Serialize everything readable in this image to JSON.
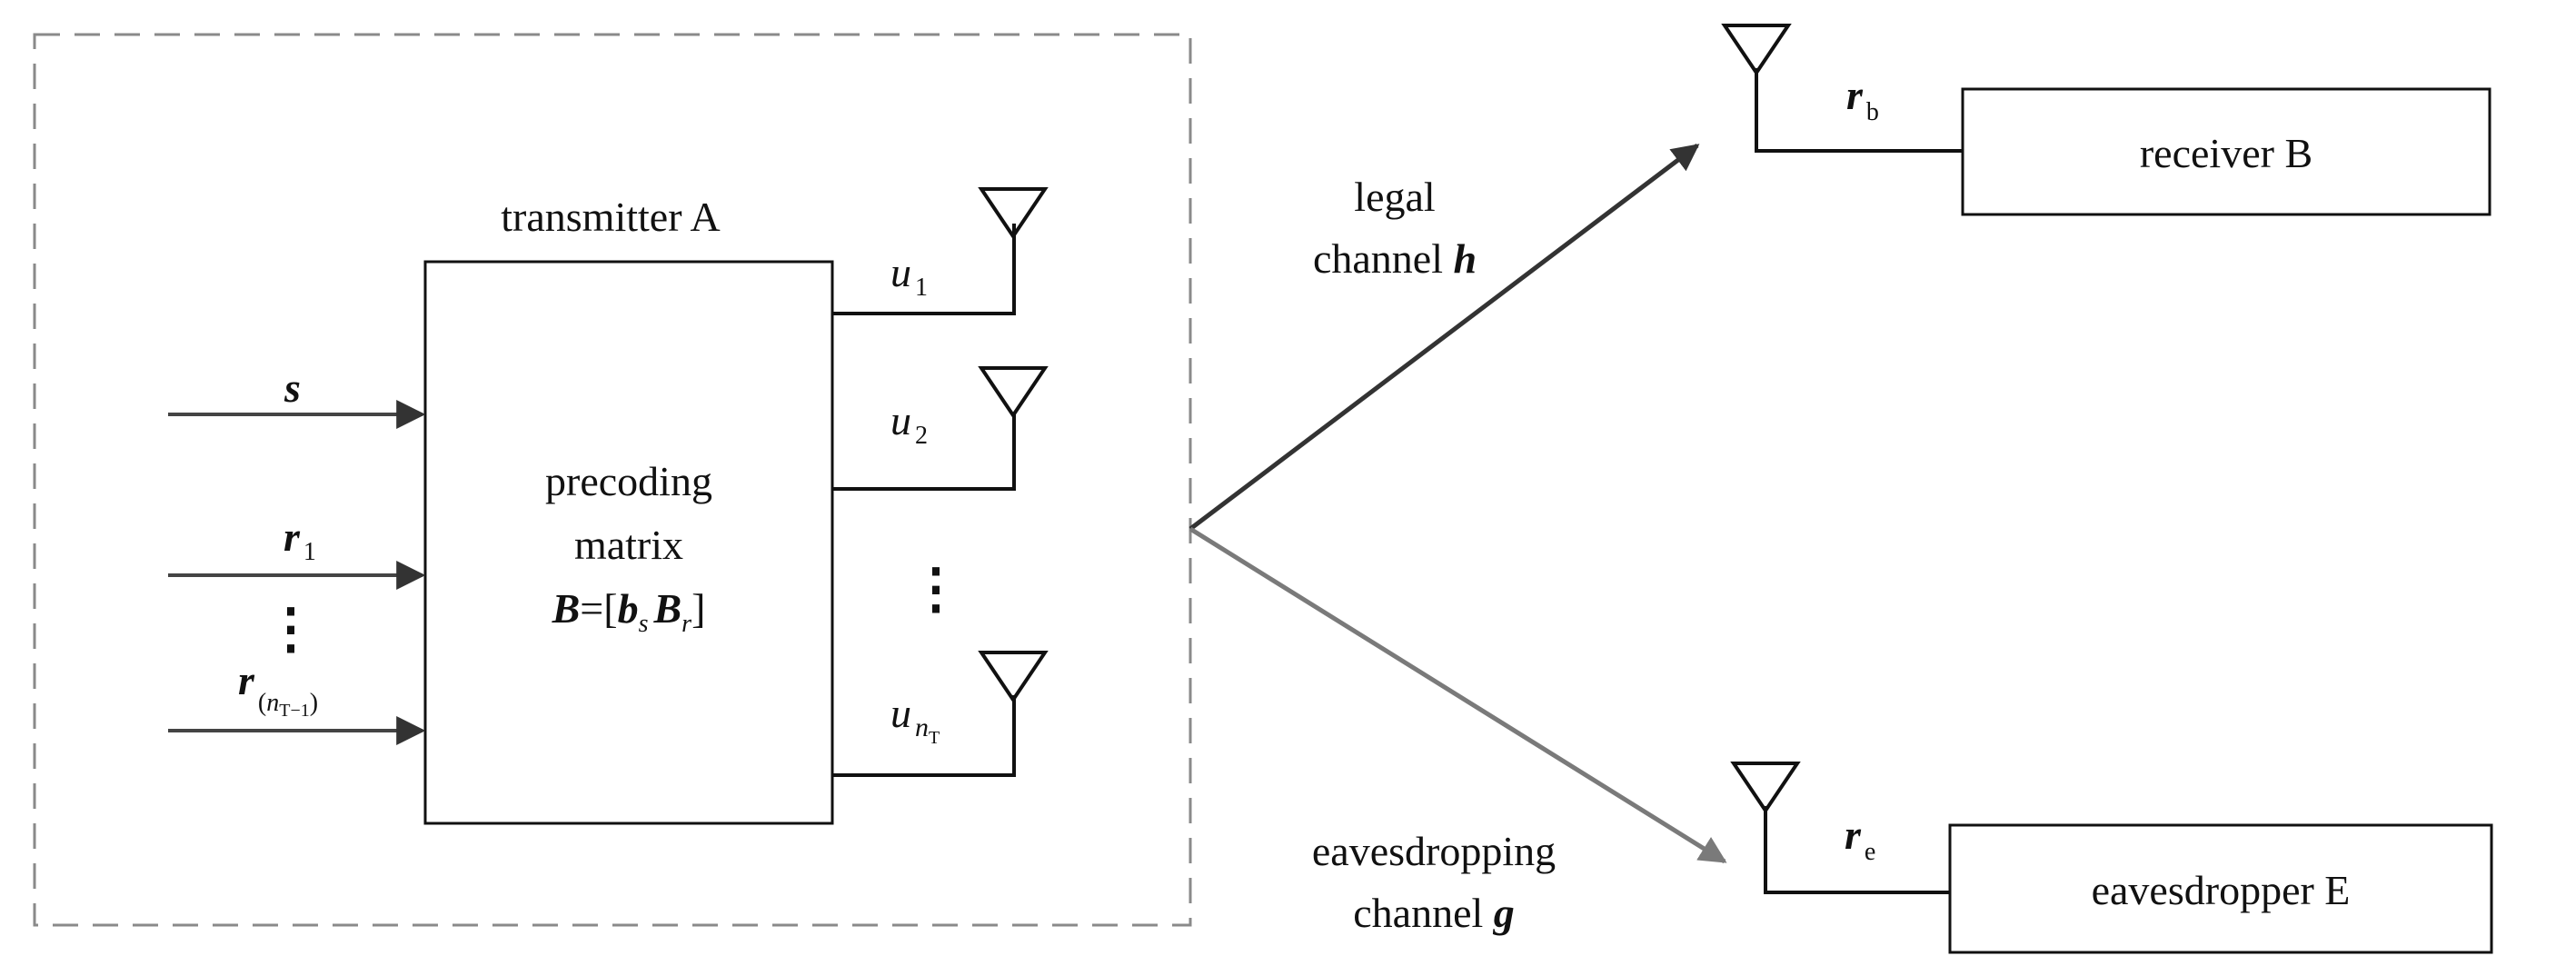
{
  "transmitter": {
    "title": "transmitter A",
    "precoder_line1": "precoding",
    "precoder_line2": "matrix",
    "precoder_B": "B",
    "precoder_eq": "=[",
    "precoder_b": "b",
    "precoder_s": "s",
    "precoder_Br": "B",
    "precoder_r": "r",
    "precoder_close": "]"
  },
  "inputs": {
    "s": "s",
    "r": "r",
    "r1_sub": "1",
    "dots": "⋮",
    "rn_sub_open": "(",
    "rn_sub_n": "n",
    "rn_sub_T": "T−1",
    "rn_sub_close": ")"
  },
  "outputs": {
    "u": "u",
    "u1_sub": "1",
    "u2_sub": "2",
    "un_sub_n": "n",
    "un_sub_T": "T",
    "dots": "⋮"
  },
  "legal": {
    "line1": "legal",
    "line2": "channel ",
    "symbol": "h"
  },
  "eaves": {
    "line1": "eavesdropping",
    "line2": "channel ",
    "symbol": "g"
  },
  "receiver": {
    "label": "receiver B",
    "r": "r",
    "sub": "b"
  },
  "eavesdropper": {
    "label": "eavesdropper E",
    "r": "r",
    "sub": "e"
  }
}
